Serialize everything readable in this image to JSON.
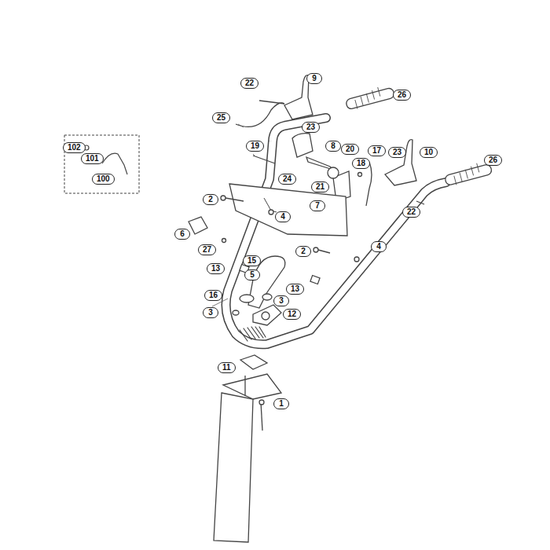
{
  "diagram": {
    "nodes": [
      {
        "text": [
          "9"
        ]
      },
      {
        "text": [
          "22"
        ]
      },
      {
        "text": [
          "26"
        ]
      },
      {
        "text": [
          "25"
        ]
      },
      {
        "text": [
          "23"
        ]
      },
      {
        "text": [
          "8"
        ]
      },
      {
        "text": [
          "102"
        ]
      },
      {
        "text": [
          "19"
        ]
      },
      {
        "text": [
          "20"
        ]
      },
      {
        "text": [
          "17"
        ]
      },
      {
        "text": [
          "23"
        ]
      },
      {
        "text": [
          "10"
        ]
      },
      {
        "text": [
          "101"
        ]
      },
      {
        "text": [
          "26"
        ]
      },
      {
        "text": [
          "18"
        ]
      },
      {
        "text": [
          "24"
        ]
      },
      {
        "text": [
          "100"
        ]
      },
      {
        "text": [
          "21"
        ]
      },
      {
        "text": [
          "2"
        ]
      },
      {
        "text": [
          "7"
        ]
      },
      {
        "text": [
          "22"
        ]
      },
      {
        "text": [
          "4"
        ]
      },
      {
        "text": [
          "6"
        ]
      },
      {
        "text": [
          "4"
        ]
      },
      {
        "text": [
          "27"
        ]
      },
      {
        "text": [
          "2"
        ]
      },
      {
        "text": [
          "15"
        ]
      },
      {
        "text": [
          "13"
        ]
      },
      {
        "text": [
          "5"
        ]
      },
      {
        "text": [
          "13"
        ]
      },
      {
        "text": [
          "3"
        ]
      },
      {
        "text": [
          "16"
        ]
      },
      {
        "text": [
          "12"
        ]
      },
      {
        "text": [
          "3"
        ]
      },
      {
        "text": [
          "11"
        ]
      },
      {
        "text": [
          "1"
        ]
      }
    ]
  }
}
